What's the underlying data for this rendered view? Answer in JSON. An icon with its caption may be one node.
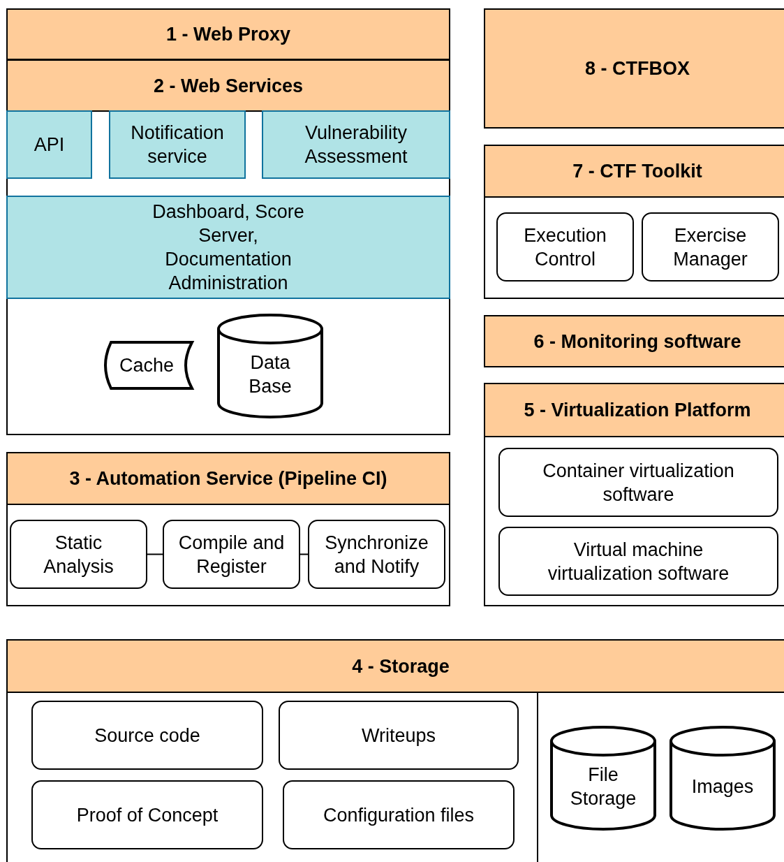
{
  "diagram": {
    "nodes": [
      {
        "text": [
          "1 - Web Proxy"
        ]
      },
      {
        "text": [
          "2 - Web Services"
        ]
      },
      {
        "text": [
          "API"
        ],
        "in": 1
      },
      {
        "text": [
          "Notification service"
        ],
        "in": 1
      },
      {
        "text": [
          "Vulnerability Assessment"
        ],
        "in": 1
      },
      {
        "text": [
          "Dashboard, Score Server, Documentation Administration"
        ],
        "in": 1
      },
      {
        "text": [
          "Cache"
        ],
        "in": 1
      },
      {
        "text": [
          "Data Base"
        ],
        "in": 1
      },
      {
        "text": [
          "8 - CTFBOX"
        ]
      },
      {
        "text": [
          "7 - CTF Toolkit"
        ]
      },
      {
        "text": [
          "Execution Control"
        ],
        "in": 9
      },
      {
        "text": [
          "Exercise Manager"
        ],
        "in": 9
      },
      {
        "text": [
          "6 - Monitoring software"
        ]
      },
      {
        "text": [
          "5 - Virtualization Platform"
        ]
      },
      {
        "text": [
          "Container virtualization software"
        ],
        "in": 13
      },
      {
        "text": [
          "Virtual machine virtualization software"
        ],
        "in": 13
      },
      {
        "text": [
          "3 - Automation Service (Pipeline CI)"
        ]
      },
      {
        "text": [
          "Static Analysis"
        ],
        "in": 16
      },
      {
        "text": [
          "Compile and Register"
        ],
        "in": 16
      },
      {
        "text": [
          "Synchronize and Notify"
        ],
        "in": 16
      },
      {
        "text": [
          "4 - Storage"
        ]
      },
      {
        "text": [
          "Source code"
        ],
        "in": 20
      },
      {
        "text": [
          "Writeups"
        ],
        "in": 20
      },
      {
        "text": [
          "Proof of Concept"
        ],
        "in": 20
      },
      {
        "text": [
          "Configuration files"
        ],
        "in": 20
      },
      {
        "text": [
          "File Storage"
        ],
        "in": 20
      },
      {
        "text": [
          "Images"
        ],
        "in": 20
      }
    ],
    "edges": [
      {
        "from": 17,
        "to": 18,
        "arrow": "none"
      },
      {
        "from": 18,
        "to": 19,
        "arrow": "none"
      }
    ]
  }
}
